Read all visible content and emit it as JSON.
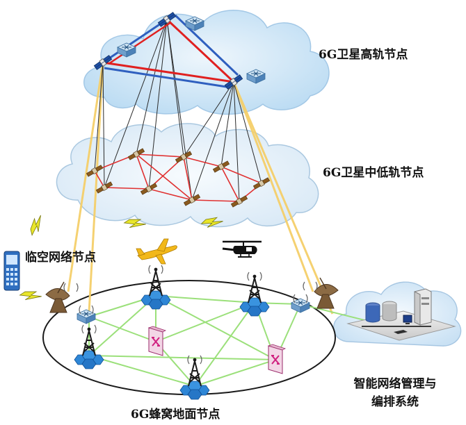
{
  "labels": {
    "geo_layer": "6G卫星高轨节点",
    "leo_layer": "6G卫星中低轨节点",
    "air_layer": "临空网络节点",
    "ground_layer": "6G蜂窝地面节点",
    "mgmt_line1": "智能网络管理与",
    "mgmt_line2": "编排系统"
  },
  "colors": {
    "cloud_top": "#cfe6f7",
    "cloud_mid": "#eaf3fa",
    "geo_link_red": "#e02020",
    "geo_link_blue": "#2f5fbf",
    "leo_link_red": "#e03030",
    "feeder_link": "#f5cf6a",
    "ground_link": "#9be07a",
    "tower_blue": "#1e6fc4",
    "router_magenta": "#d02a8c",
    "plane_yellow": "#f2b81a"
  },
  "icons": [
    "satellite-icon",
    "router-icon",
    "tower-icon",
    "dish-icon",
    "airplane-icon",
    "helicopter-icon",
    "phone-icon",
    "lightning-icon",
    "server-icon",
    "switch-icon",
    "database-icon"
  ]
}
